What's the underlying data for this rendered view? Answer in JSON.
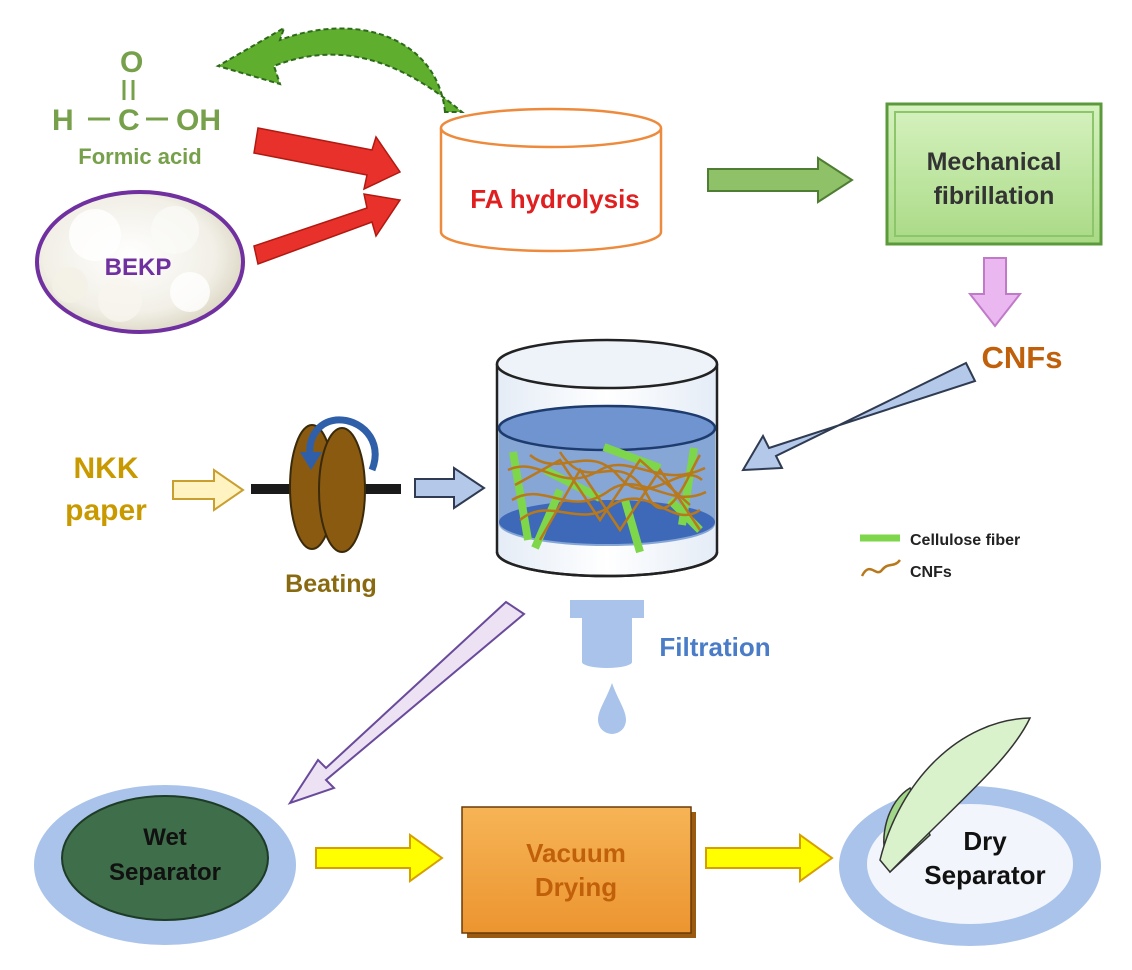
{
  "chemistry": {
    "oxygen": "O",
    "hydrogen": "H",
    "carbon": "C",
    "hydroxyl": "OH",
    "name": "Formic acid"
  },
  "nodes": {
    "bekp": "BEKP",
    "fa_hydrolysis": "FA hydrolysis",
    "mechanical_line1": "Mechanical",
    "mechanical_line2": "fibrillation",
    "cnfs": "CNFs",
    "nkk_line1": "NKK",
    "nkk_line2": "paper",
    "beating": "Beating",
    "filtration": "Filtration",
    "wet_line1": "Wet",
    "wet_line2": "Separator",
    "vacuum_line1": "Vacuum",
    "vacuum_line2": "Drying",
    "dry_line1": "Dry",
    "dry_line2": "Separator"
  },
  "legend": {
    "cellulose_fiber": "Cellulose fiber",
    "cnfs": "CNFs"
  },
  "colors": {
    "formic_green": "#77a04a",
    "hydrolysis_red": "#e02020",
    "hydrolysis_border": "#ee8a3c",
    "bekp_purple": "#7030a0",
    "mech_fill": "#b8e39a",
    "mech_border": "#5a9a3a",
    "cnfs_orange": "#c0600a",
    "nkk_gold": "#c99a00",
    "beating_brown": "#8a6a10",
    "filtration_blue": "#4a7cc7",
    "cellulose_green": "#7ed64a",
    "cnf_fiber": "#b8781c",
    "vacuum_fill": "#f2a03e",
    "wet_fill": "#3f6e4a",
    "dish_blue": "#a9c3ea"
  }
}
